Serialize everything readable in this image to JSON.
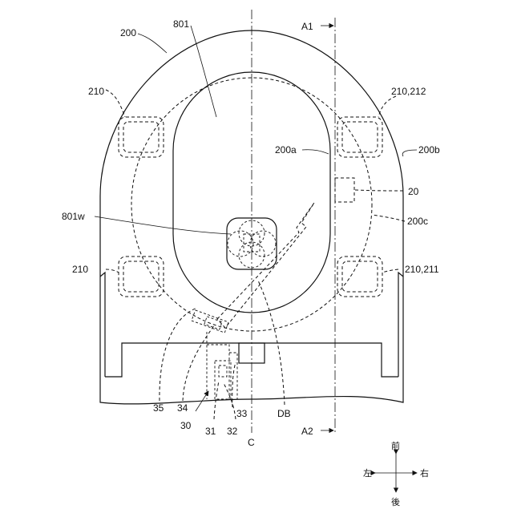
{
  "labels": {
    "l200": "200",
    "l801": "801",
    "l210_tl": "210",
    "l210_212": "210,212",
    "l200a": "200a",
    "l200b": "200b",
    "l20": "20",
    "l801w": "801w",
    "l200c": "200c",
    "l210_bl": "210",
    "l210_211": "210,211",
    "l35": "35",
    "l34": "34",
    "l30": "30",
    "l31": "31",
    "l32": "32",
    "l33": "33",
    "lDB": "DB",
    "lC": "C",
    "lA1": "A1",
    "lA2": "A2"
  },
  "compass": {
    "front": "前",
    "back": "後",
    "left": "左",
    "right": "右"
  }
}
